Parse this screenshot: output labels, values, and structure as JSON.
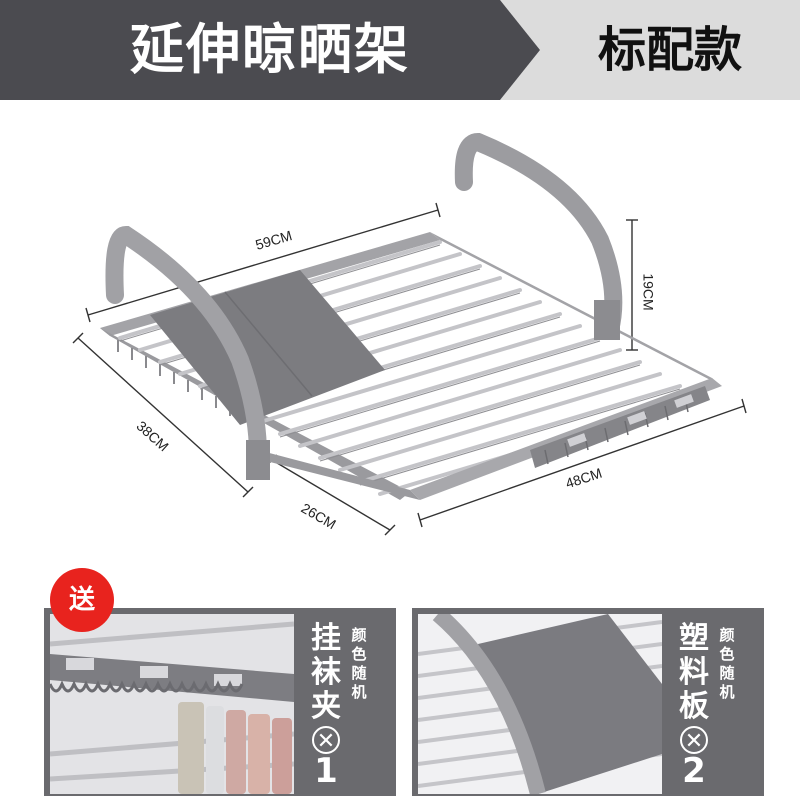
{
  "banner": {
    "title": "延伸晾晒架",
    "variant": "标配款",
    "colors": {
      "dark": "#4b4b50",
      "light": "#dcdcdc"
    }
  },
  "dimensions": {
    "top_width": "59CM",
    "depth": "38CM",
    "height": "19CM",
    "front_length": "48CM",
    "extension": "26CM"
  },
  "accessories": [
    {
      "badge": "送",
      "name": "挂袜夹",
      "note": "颜色随机",
      "times": "✕",
      "qty": "1"
    },
    {
      "name": "塑料板",
      "note": "颜色随机",
      "times": "✕",
      "qty": "2"
    }
  ],
  "colors": {
    "accent_red": "#e8231e",
    "panel_gray": "#6a6a6e",
    "frame_gray": "#9a9a9e"
  }
}
